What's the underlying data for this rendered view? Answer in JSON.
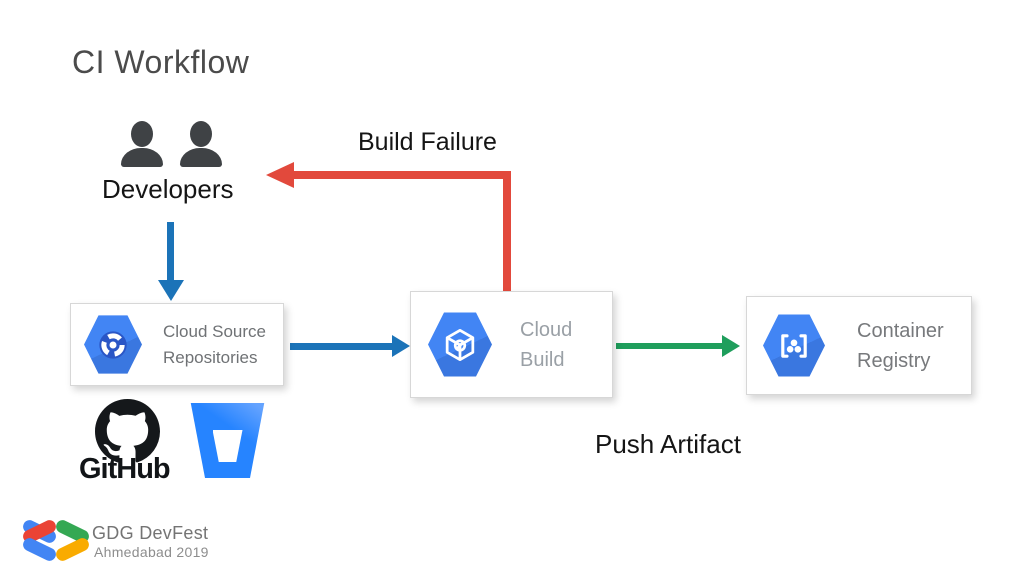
{
  "title": "CI Workflow",
  "developers": {
    "label": "Developers"
  },
  "nodes": {
    "cloud_source_repositories": {
      "line1": "Cloud Source",
      "line2": "Repositories"
    },
    "cloud_build": {
      "line1": "Cloud",
      "line2": "Build"
    },
    "container_registry": {
      "line1": "Container",
      "line2": "Registry"
    }
  },
  "edges": {
    "build_failure": {
      "label": "Build Failure"
    },
    "push_artifact": {
      "label": "Push Artifact"
    }
  },
  "logos": {
    "github": {
      "label": "GitHub"
    },
    "bitbucket": {
      "name": "bitbucket-logo"
    }
  },
  "footer": {
    "line1": "GDG DevFest",
    "line2": "Ahmedabad 2019"
  },
  "colors": {
    "arrow_blue": "#1b73b8",
    "arrow_red": "#e2493c",
    "arrow_green": "#1f9e5c",
    "hexagon_blue": "#4285f4",
    "person_gray": "#3f4245",
    "github_black": "#15181b",
    "bitbucket_blue": "#2684ff",
    "gdg_red": "#EA4335",
    "gdg_blue": "#4285F4",
    "gdg_green": "#34A853",
    "gdg_yellow": "#F9AB00"
  }
}
